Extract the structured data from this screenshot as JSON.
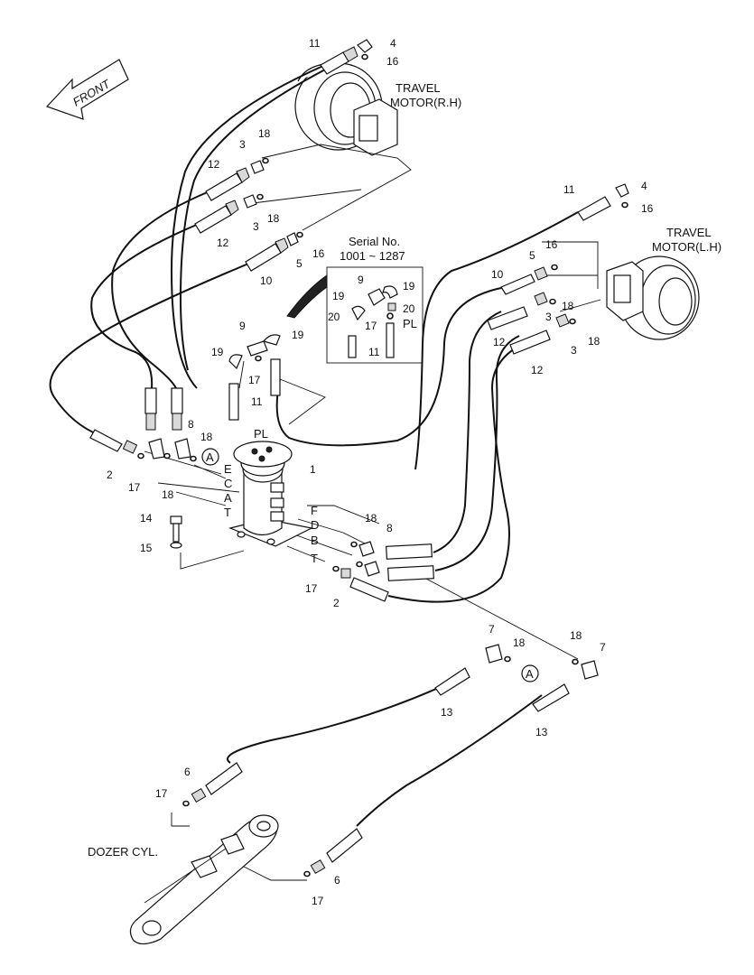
{
  "front_label": "FRONT",
  "travel_motor_rh": [
    "TRAVEL",
    "MOTOR(R.H)"
  ],
  "travel_motor_lh": [
    "TRAVEL",
    "MOTOR(L.H)"
  ],
  "serial": {
    "title": "Serial No.",
    "range": "1001 ~ 1287"
  },
  "dozer_label": "DOZER CYL.",
  "ref_mark": "A",
  "pl_label": "PL",
  "port_letters_left": [
    "E",
    "C",
    "A",
    "T"
  ],
  "port_letters_right": [
    "F",
    "D",
    "B",
    "T"
  ],
  "callouts": [
    "11",
    "4",
    "16",
    "3",
    "18",
    "12",
    "3",
    "18",
    "12",
    "5",
    "16",
    "10",
    "9",
    "19",
    "19",
    "17",
    "11",
    "8",
    "18",
    "2",
    "17",
    "18",
    "1",
    "14",
    "15",
    "18",
    "8",
    "17",
    "2",
    "11",
    "4",
    "16",
    "5",
    "16",
    "10",
    "18",
    "3",
    "12",
    "3",
    "18",
    "12",
    "9",
    "19",
    "20",
    "19",
    "20",
    "17",
    "11",
    "7",
    "18",
    "13",
    "7",
    "18",
    "13",
    "6",
    "17",
    "6",
    "17"
  ]
}
